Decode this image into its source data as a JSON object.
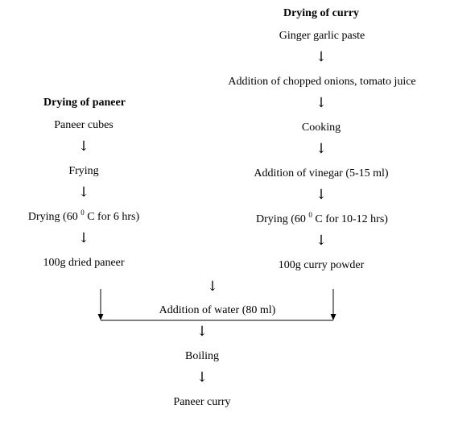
{
  "curry": {
    "heading": "Drying of curry",
    "steps": [
      "Ginger garlic paste",
      "Addition of chopped onions, tomato juice",
      "Cooking",
      "Addition of vinegar (5-15 ml)",
      "Drying (60 ",
      "100g curry powder"
    ],
    "drying_sup": "0",
    "drying_tail": " C for 10-12 hrs)"
  },
  "paneer": {
    "heading": "Drying of paneer",
    "steps": [
      "Paneer cubes",
      "Frying",
      "Drying (60 ",
      "100g dried paneer"
    ],
    "drying_sup": "0",
    "drying_tail": " C for 6 hrs)"
  },
  "merge": {
    "steps": [
      "Addition of water (80 ml)",
      "Boiling",
      "Paneer curry"
    ]
  },
  "arrow_glyph": "↓"
}
